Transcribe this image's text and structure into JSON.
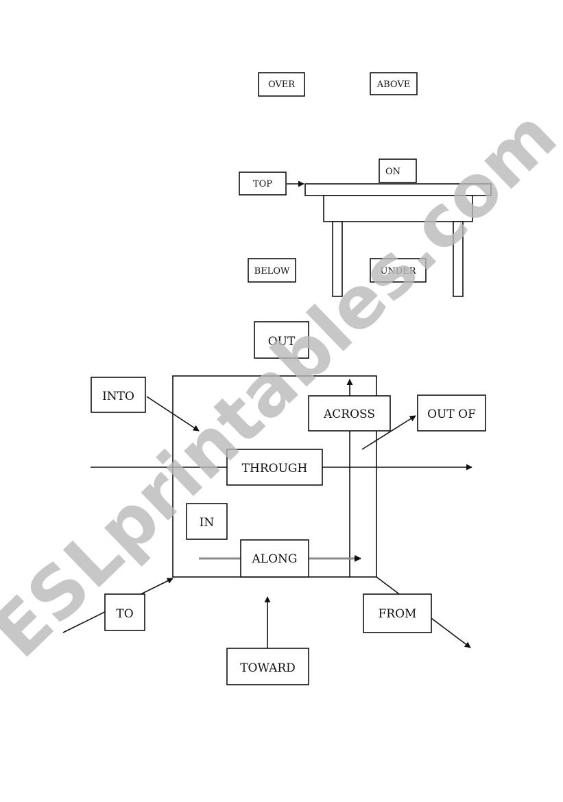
{
  "labels": {
    "over": "OVER",
    "above": "ABOVE",
    "top": "TOP",
    "on": "ON",
    "below": "BELOW",
    "under": "UNDER",
    "out": "OUT",
    "into": "INTO",
    "across": "ACROSS",
    "out_of": "OUT OF",
    "through": "THROUGH",
    "in": "IN",
    "along": "ALONG",
    "to": "TO",
    "from": "FROM",
    "toward": "TOWARD"
  },
  "watermark": "ESLprintables.com",
  "colors": {
    "ink": "#111111",
    "watermark": "#b9b9b9",
    "along_arrow": "#8a8a8a"
  }
}
